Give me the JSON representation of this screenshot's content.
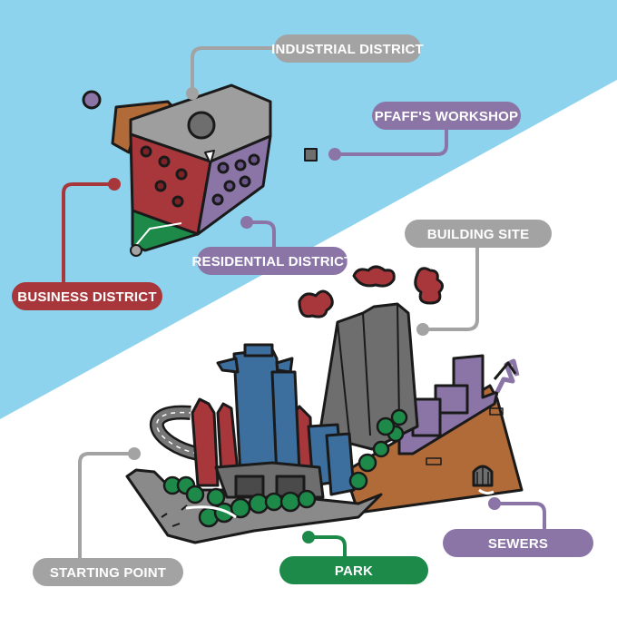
{
  "labels": {
    "industrial": "INDUSTRIAL DISTRICT",
    "workshop": "PFAFF'S WORKSHOP",
    "residential": "RESIDENTIAL DISTRICT",
    "business": "BUSINESS DISTRICT",
    "building_site": "BUILDING SITE",
    "starting_point": "STARTING POINT",
    "park": "PARK",
    "sewers": "SEWERS"
  },
  "colors": {
    "sky": "#8ed3ee",
    "industrial": "#a3a3a3",
    "workshop": "#8a75a6",
    "residential": "#8a75a6",
    "business": "#a8373b",
    "building_site": "#a3a3a3",
    "starting_point": "#a3a3a3",
    "park": "#1d8a4a",
    "sewers": "#8a75a6"
  }
}
